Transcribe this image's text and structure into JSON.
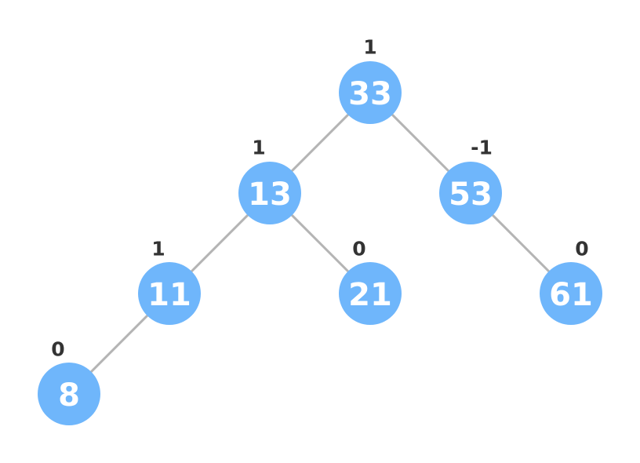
{
  "tree": {
    "nodes": [
      {
        "id": "n33",
        "key": "33",
        "balance_factor": "1"
      },
      {
        "id": "n13",
        "key": "13",
        "balance_factor": "1"
      },
      {
        "id": "n53",
        "key": "53",
        "balance_factor": "-1"
      },
      {
        "id": "n11",
        "key": "11",
        "balance_factor": "1"
      },
      {
        "id": "n21",
        "key": "21",
        "balance_factor": "0"
      },
      {
        "id": "n61",
        "key": "61",
        "balance_factor": "0"
      },
      {
        "id": "n8",
        "key": "8",
        "balance_factor": "0"
      }
    ],
    "edges": [
      {
        "from": "n33",
        "to": "n13"
      },
      {
        "from": "n33",
        "to": "n53"
      },
      {
        "from": "n13",
        "to": "n11"
      },
      {
        "from": "n13",
        "to": "n21"
      },
      {
        "from": "n53",
        "to": "n61"
      },
      {
        "from": "n11",
        "to": "n8"
      }
    ]
  },
  "colors": {
    "node_fill": "#6fb6fb",
    "node_text": "#ffffff",
    "edge": "#b4b4b4",
    "balance_text": "#333333"
  }
}
